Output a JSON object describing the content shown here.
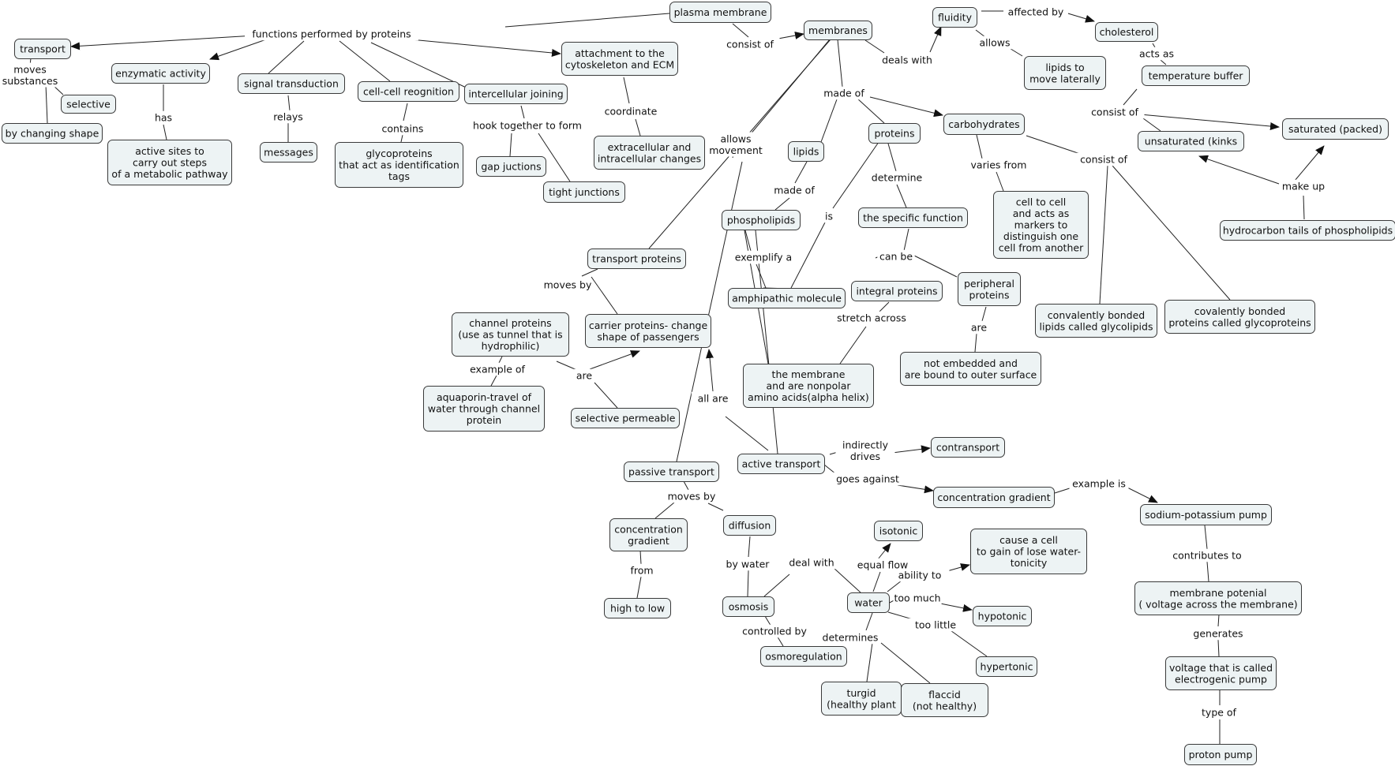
{
  "nodes": [
    {
      "id": "plasma",
      "lines": [
        "plasma membrane"
      ]
    },
    {
      "id": "membranes",
      "lines": [
        "membranes"
      ]
    },
    {
      "id": "fluidity",
      "lines": [
        "fluidity"
      ]
    },
    {
      "id": "cholesterol",
      "lines": [
        "cholesterol"
      ]
    },
    {
      "id": "lipids_move",
      "lines": [
        "lipids to",
        "move laterally"
      ]
    },
    {
      "id": "temp_buffer",
      "lines": [
        "temperature buffer"
      ]
    },
    {
      "id": "transport",
      "lines": [
        "transport"
      ]
    },
    {
      "id": "enzymatic",
      "lines": [
        "enzymatic activity"
      ]
    },
    {
      "id": "signal",
      "lines": [
        "signal transduction"
      ]
    },
    {
      "id": "cellcell",
      "lines": [
        "cell-cell reognition"
      ]
    },
    {
      "id": "intercell",
      "lines": [
        "intercellular joining"
      ]
    },
    {
      "id": "attach",
      "lines": [
        "attachment to the",
        "cytoskeleton and ECM"
      ]
    },
    {
      "id": "selective",
      "lines": [
        "selective"
      ]
    },
    {
      "id": "changing_shape",
      "lines": [
        "by changing shape"
      ]
    },
    {
      "id": "active_sites",
      "lines": [
        "active sites to",
        "carry out steps",
        "of a metabolic pathway"
      ]
    },
    {
      "id": "messages",
      "lines": [
        "messages"
      ]
    },
    {
      "id": "glycoproteins_tags",
      "lines": [
        "glycoproteins",
        "that act as identification",
        "tags"
      ]
    },
    {
      "id": "gap",
      "lines": [
        "gap juctions"
      ]
    },
    {
      "id": "tight",
      "lines": [
        "tight junctions"
      ]
    },
    {
      "id": "extracellular",
      "lines": [
        "extracellular and",
        "intracellular changes"
      ]
    },
    {
      "id": "lipids",
      "lines": [
        "lipids"
      ]
    },
    {
      "id": "proteins",
      "lines": [
        "proteins"
      ]
    },
    {
      "id": "carbohydrates",
      "lines": [
        "carbohydrates"
      ]
    },
    {
      "id": "unsaturated",
      "lines": [
        "unsaturated (kinks"
      ]
    },
    {
      "id": "saturated",
      "lines": [
        "saturated  (packed)"
      ]
    },
    {
      "id": "hydrocarbon",
      "lines": [
        "hydrocarbon tails of phospholipids"
      ]
    },
    {
      "id": "cell_to_cell",
      "lines": [
        "cell to cell",
        "and acts as",
        "markers to",
        "distinguish one",
        "cell from another"
      ]
    },
    {
      "id": "phospholipids",
      "lines": [
        "phospholipids"
      ]
    },
    {
      "id": "specific_function",
      "lines": [
        "the specific function"
      ]
    },
    {
      "id": "transport_proteins",
      "lines": [
        "transport proteins"
      ]
    },
    {
      "id": "amphipathic",
      "lines": [
        "amphipathic molecule"
      ]
    },
    {
      "id": "integral",
      "lines": [
        "integral proteins"
      ]
    },
    {
      "id": "peripheral",
      "lines": [
        "peripheral",
        "proteins"
      ]
    },
    {
      "id": "glycolipids",
      "lines": [
        "convalently bonded",
        "lipids called glycolipids"
      ]
    },
    {
      "id": "glycoproteins2",
      "lines": [
        "covalently bonded",
        "proteins called glycoproteins"
      ]
    },
    {
      "id": "channel",
      "lines": [
        "channel proteins",
        "(use as tunnel that is",
        "hydrophilic)"
      ]
    },
    {
      "id": "carrier",
      "lines": [
        "carrier proteins- change",
        "shape of passengers"
      ]
    },
    {
      "id": "membrane_nonpolar",
      "lines": [
        "the membrane",
        "and are nonpolar",
        "amino acids(alpha helix)"
      ]
    },
    {
      "id": "not_embedded",
      "lines": [
        "not embedded and",
        "are bound to outer surface"
      ]
    },
    {
      "id": "aquaporin",
      "lines": [
        "aquaporin-travel of",
        "water through channel",
        "protein"
      ]
    },
    {
      "id": "selective_perm",
      "lines": [
        "selective permeable"
      ]
    },
    {
      "id": "passive",
      "lines": [
        "passive transport"
      ]
    },
    {
      "id": "active",
      "lines": [
        "active transport"
      ]
    },
    {
      "id": "contransport",
      "lines": [
        "contransport"
      ]
    },
    {
      "id": "conc_grad_node",
      "lines": [
        "concentration gradient"
      ]
    },
    {
      "id": "sodium_pump",
      "lines": [
        "sodium-potassium pump"
      ]
    },
    {
      "id": "conc_gradient2",
      "lines": [
        "concentration",
        "gradient"
      ]
    },
    {
      "id": "diffusion",
      "lines": [
        "diffusion"
      ]
    },
    {
      "id": "isotonic",
      "lines": [
        "isotonic"
      ]
    },
    {
      "id": "cause_cell",
      "lines": [
        "cause a cell",
        "to gain of lose water-",
        "tonicity"
      ]
    },
    {
      "id": "high_low",
      "lines": [
        "high to low"
      ]
    },
    {
      "id": "osmosis",
      "lines": [
        "osmosis"
      ]
    },
    {
      "id": "water",
      "lines": [
        "water"
      ]
    },
    {
      "id": "hypotonic",
      "lines": [
        "hypotonic"
      ]
    },
    {
      "id": "membrane_potential",
      "lines": [
        "membrane potenial",
        "( voltage across the membrane)"
      ]
    },
    {
      "id": "osmoregulation",
      "lines": [
        "osmoregulation"
      ]
    },
    {
      "id": "hypertonic",
      "lines": [
        "hypertonic"
      ]
    },
    {
      "id": "voltage",
      "lines": [
        "voltage that is called",
        "electrogenic pump"
      ]
    },
    {
      "id": "turgid",
      "lines": [
        "turgid",
        "(healthy plant"
      ]
    },
    {
      "id": "flaccid",
      "lines": [
        "flaccid",
        "(not healthy)"
      ]
    },
    {
      "id": "proton",
      "lines": [
        "proton pump"
      ]
    }
  ],
  "labels": [
    {
      "id": "functions",
      "lines": [
        "functions performed by proteins"
      ]
    },
    {
      "id": "consist_of_1",
      "lines": [
        "consist of"
      ]
    },
    {
      "id": "deals_with",
      "lines": [
        "deals with"
      ]
    },
    {
      "id": "affected_by",
      "lines": [
        "affected by"
      ]
    },
    {
      "id": "allows_1",
      "lines": [
        "allows"
      ]
    },
    {
      "id": "acts_as",
      "lines": [
        "acts as"
      ]
    },
    {
      "id": "moves_substances",
      "lines": [
        "moves",
        "substances"
      ]
    },
    {
      "id": "has",
      "lines": [
        "has"
      ]
    },
    {
      "id": "relays",
      "lines": [
        "relays"
      ]
    },
    {
      "id": "contains",
      "lines": [
        "contains"
      ]
    },
    {
      "id": "hook",
      "lines": [
        "hook together to form"
      ]
    },
    {
      "id": "coordinate",
      "lines": [
        "coordinate"
      ]
    },
    {
      "id": "made_of_1",
      "lines": [
        "made of"
      ]
    },
    {
      "id": "consist_of_2",
      "lines": [
        "consist of"
      ]
    },
    {
      "id": "allows_movement",
      "lines": [
        "allows",
        "movement"
      ]
    },
    {
      "id": "varies_from",
      "lines": [
        "varies from"
      ]
    },
    {
      "id": "consist_of_3",
      "lines": [
        "consist of"
      ]
    },
    {
      "id": "made_of_2",
      "lines": [
        "made of"
      ]
    },
    {
      "id": "determine",
      "lines": [
        "determine"
      ]
    },
    {
      "id": "make_up",
      "lines": [
        "make up"
      ]
    },
    {
      "id": "is",
      "lines": [
        "is"
      ]
    },
    {
      "id": "exemplify",
      "lines": [
        "exemplify a"
      ]
    },
    {
      "id": "can_be",
      "lines": [
        "can be"
      ]
    },
    {
      "id": "moves_by_1",
      "lines": [
        "moves by"
      ]
    },
    {
      "id": "stretch",
      "lines": [
        "stretch across"
      ]
    },
    {
      "id": "are_1",
      "lines": [
        "are"
      ]
    },
    {
      "id": "example_of",
      "lines": [
        "example of"
      ]
    },
    {
      "id": "are_2",
      "lines": [
        "are"
      ]
    },
    {
      "id": "all_are",
      "lines": [
        "all are"
      ]
    },
    {
      "id": "indirectly",
      "lines": [
        "indirectly",
        "drives"
      ]
    },
    {
      "id": "goes_against",
      "lines": [
        "goes against"
      ]
    },
    {
      "id": "example_is",
      "lines": [
        "example is"
      ]
    },
    {
      "id": "moves_by_2",
      "lines": [
        "moves by"
      ]
    },
    {
      "id": "deal_with",
      "lines": [
        "deal with"
      ]
    },
    {
      "id": "by_water",
      "lines": [
        "by water"
      ]
    },
    {
      "id": "from",
      "lines": [
        "from"
      ]
    },
    {
      "id": "equal_flow",
      "lines": [
        "equal flow"
      ]
    },
    {
      "id": "ability_to",
      "lines": [
        "ability to"
      ]
    },
    {
      "id": "contributes",
      "lines": [
        "contributes to"
      ]
    },
    {
      "id": "too_much",
      "lines": [
        "too much"
      ]
    },
    {
      "id": "too_little",
      "lines": [
        "too little"
      ]
    },
    {
      "id": "controlled_by",
      "lines": [
        "controlled by"
      ]
    },
    {
      "id": "determines",
      "lines": [
        "determines"
      ]
    },
    {
      "id": "generates",
      "lines": [
        "generates"
      ]
    },
    {
      "id": "type_of",
      "lines": [
        "type of"
      ]
    }
  ]
}
